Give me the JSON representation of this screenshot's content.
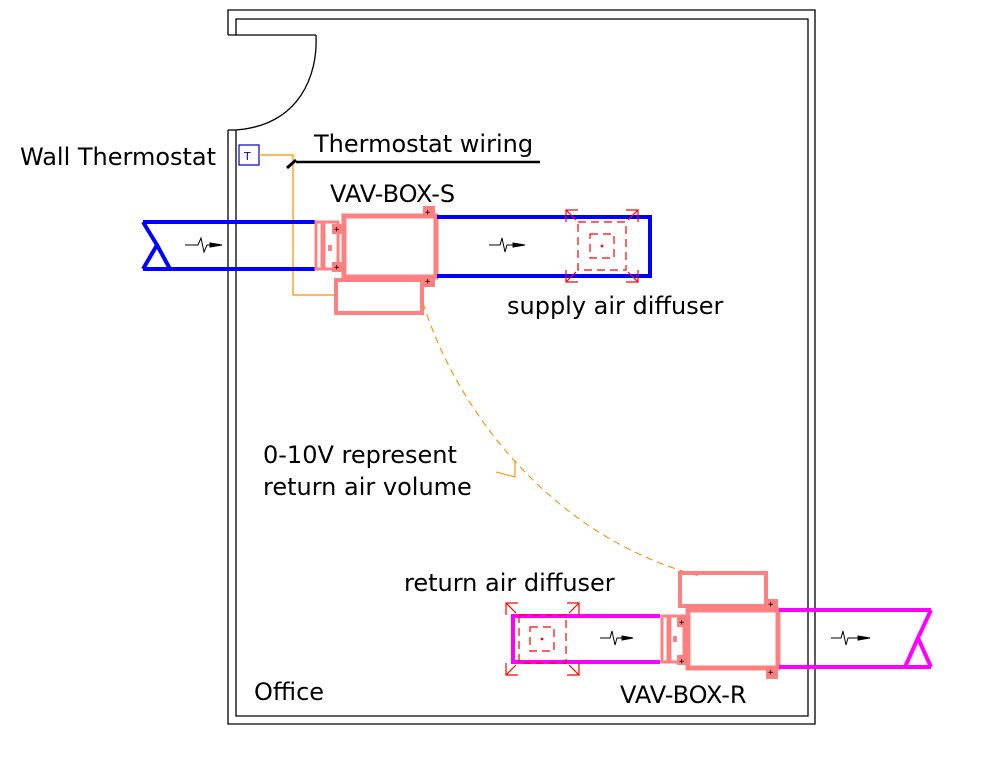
{
  "drawing": {
    "labels": {
      "wall_thermostat": "Wall Thermostat",
      "thermostat_symbol": "T",
      "thermostat_wiring": "Thermostat wiring",
      "vav_box_s": "VAV-BOX-S",
      "supply_air_diffuser": "supply air diffuser",
      "signal_line1": "0-10V represent",
      "signal_line2": "return air volume",
      "return_air_diffuser": "return air diffuser",
      "vav_box_r": "VAV-BOX-R",
      "room_name": "Office"
    },
    "colors": {
      "wall": "#000000",
      "supply_duct": "#0000ff",
      "return_duct": "#ff00ff",
      "vav_box": "#ff8080",
      "diffuser": "#ff0000",
      "wiring": "#ff8c00",
      "thermostat": "#0000cc"
    }
  }
}
